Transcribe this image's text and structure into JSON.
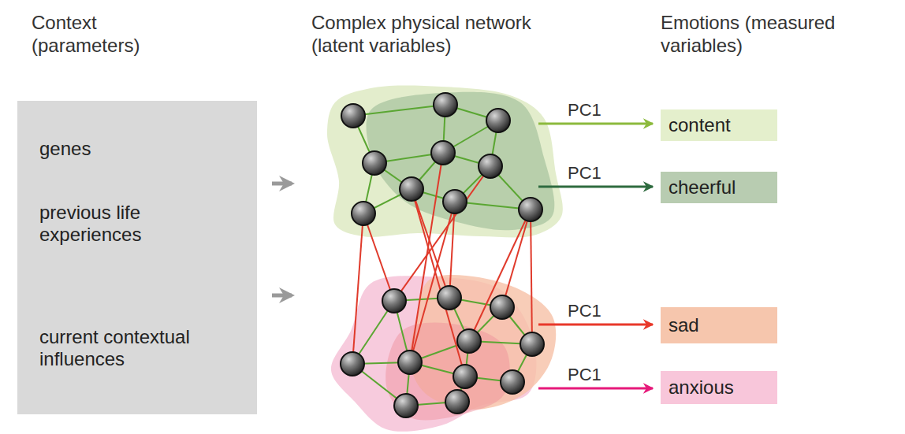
{
  "diagram": {
    "nodes": [
      {
        "text": [
          "genes",
          "previous life experiences",
          "current contextual influences"
        ]
      },
      {
        "text": [
          "content"
        ]
      },
      {
        "text": [
          "cheerful"
        ]
      },
      {
        "text": [
          "sad"
        ]
      },
      {
        "text": [
          "anxious"
        ]
      }
    ],
    "labels": [
      "Context (parameters)",
      "Complex physical network (latent variables)",
      "Emotions (measured variables)",
      "PC1",
      "PC1",
      "PC1",
      "PC1"
    ],
    "legend": []
  }
}
